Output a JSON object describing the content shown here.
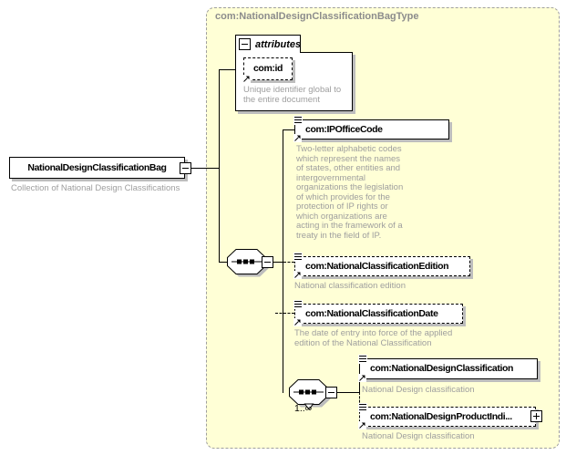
{
  "container_title": "com:NationalDesignClassificationBagType",
  "root": {
    "label": "NationalDesignClassificationBag",
    "description": "Collection of National Design Classifications"
  },
  "attributes_group": {
    "label": "attributes"
  },
  "attr_id": {
    "label": "com:id",
    "description": "Unique identifier global to\nthe entire document"
  },
  "ip": {
    "label": "com:IPOfficeCode",
    "description": "Two-letter alphabetic codes\nwhich represent the names\nof states, other entities and\nintergovernmental\norganizations the legislation\nof which provides for the\nprotection of IP rights or\nwhich organizations are\nacting in the framework of a\ntreaty in the field of IP."
  },
  "edition": {
    "label": "com:NationalClassificationEdition",
    "description": "National classification edition"
  },
  "date": {
    "label": "com:NationalClassificationDate",
    "description": "The date of entry into force of the applied\nedition of the National Classification"
  },
  "classification": {
    "label": "com:NationalDesignClassification",
    "description": "National Design classification"
  },
  "product": {
    "label": "com:NationalDesignProductIndi...",
    "description": "National Design classification"
  },
  "occurrence": "1..∞",
  "icons": {
    "collapse-icon": "minus-square",
    "expand-icon": "plus-square",
    "sequence-icon": "octagon-with-three-dots",
    "repeat-sequence-icon": "octagon-with-three-dots-and-chevron",
    "reference-arrow-icon": "ne-arrow",
    "annotation-lines-icon": "text-lines"
  },
  "colors": {
    "container_fill": "#ffffd6",
    "container_border": "#9f9f9f",
    "title_text": "#8c8c8c",
    "description_text": "#9e9e9e",
    "box_shadow": "#bdbdbd"
  }
}
